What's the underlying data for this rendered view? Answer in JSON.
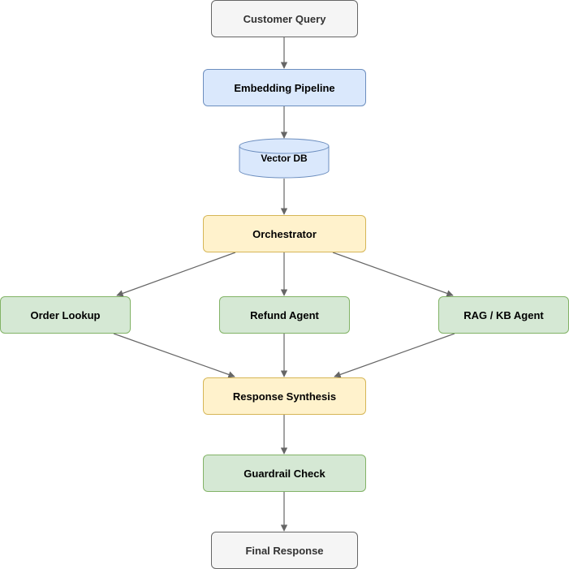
{
  "diagram": {
    "nodes": {
      "customer_query": "Customer Query",
      "embedding_pipeline": "Embedding Pipeline",
      "vector_db": "Vector DB",
      "orchestrator": "Orchestrator",
      "order_lookup": "Order Lookup",
      "refund_agent": "Refund Agent",
      "rag_kb_agent": "RAG / KB Agent",
      "response_synthesis": "Response Synthesis",
      "guardrail_check": "Guardrail Check",
      "final_response": "Final Response"
    },
    "colors": {
      "gray_fill": "#f5f5f5",
      "blue_fill": "#dae8fc",
      "yellow_fill": "#fff2cc",
      "green_fill": "#d5e8d4",
      "edge": "#666666"
    }
  }
}
